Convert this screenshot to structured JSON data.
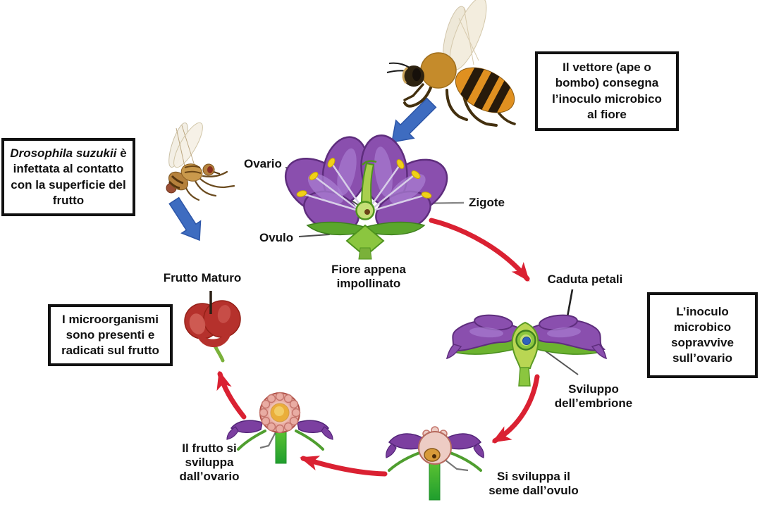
{
  "callouts": {
    "vector": {
      "text": "Il vettore (ape o\nbombo) consegna\nl’inoculo microbico\nal fiore"
    },
    "drosophila": {
      "species": "Drosophila suzukii",
      "rest": " è\ninfettata al contatto\ncon la superficie del\nfrutto"
    },
    "inoculum": {
      "text": "L’inoculo\nmicrobico\nsopravvive\nsull’ovario"
    },
    "microorganisms": {
      "text": "I microorganismi\nsono presenti e\nradicati sul frutto"
    }
  },
  "labels": {
    "ovario": "Ovario",
    "ovulo": "Ovulo",
    "zigote": "Zigote",
    "fiore_impollinato": "Fiore appena\nimpollinato",
    "caduta_petali": "Caduta petali",
    "sviluppo_embrione": "Sviluppo\ndell’embrione",
    "seme_ovulo": "Si sviluppa il\nseme dall’ovulo",
    "frutto_ovario": "Il frutto si\nsviluppa\ndall’ovario",
    "frutto_maturo": "Frutto Maturo"
  },
  "figures": [
    "honeybee",
    "drosophila-suzukii-fly",
    "pollinated-flower",
    "petal-fall-flower",
    "seed-developing-flower",
    "fruit-developing-flower",
    "mature-fruit"
  ],
  "colors": {
    "arrow_red": "#da2132",
    "arrow_blue": "#3e6cc0",
    "petal_purple": "#8a4fae",
    "petal_dark": "#5e2d7d",
    "leaf_green": "#5ba62c",
    "stem_green": "#7ab13a",
    "anther_yellow": "#f0d018",
    "ovary_pink": "#e9aca3",
    "fruit_red": "#b5312c",
    "embryo_blue": "#2f63bd",
    "box_border": "#111111"
  }
}
